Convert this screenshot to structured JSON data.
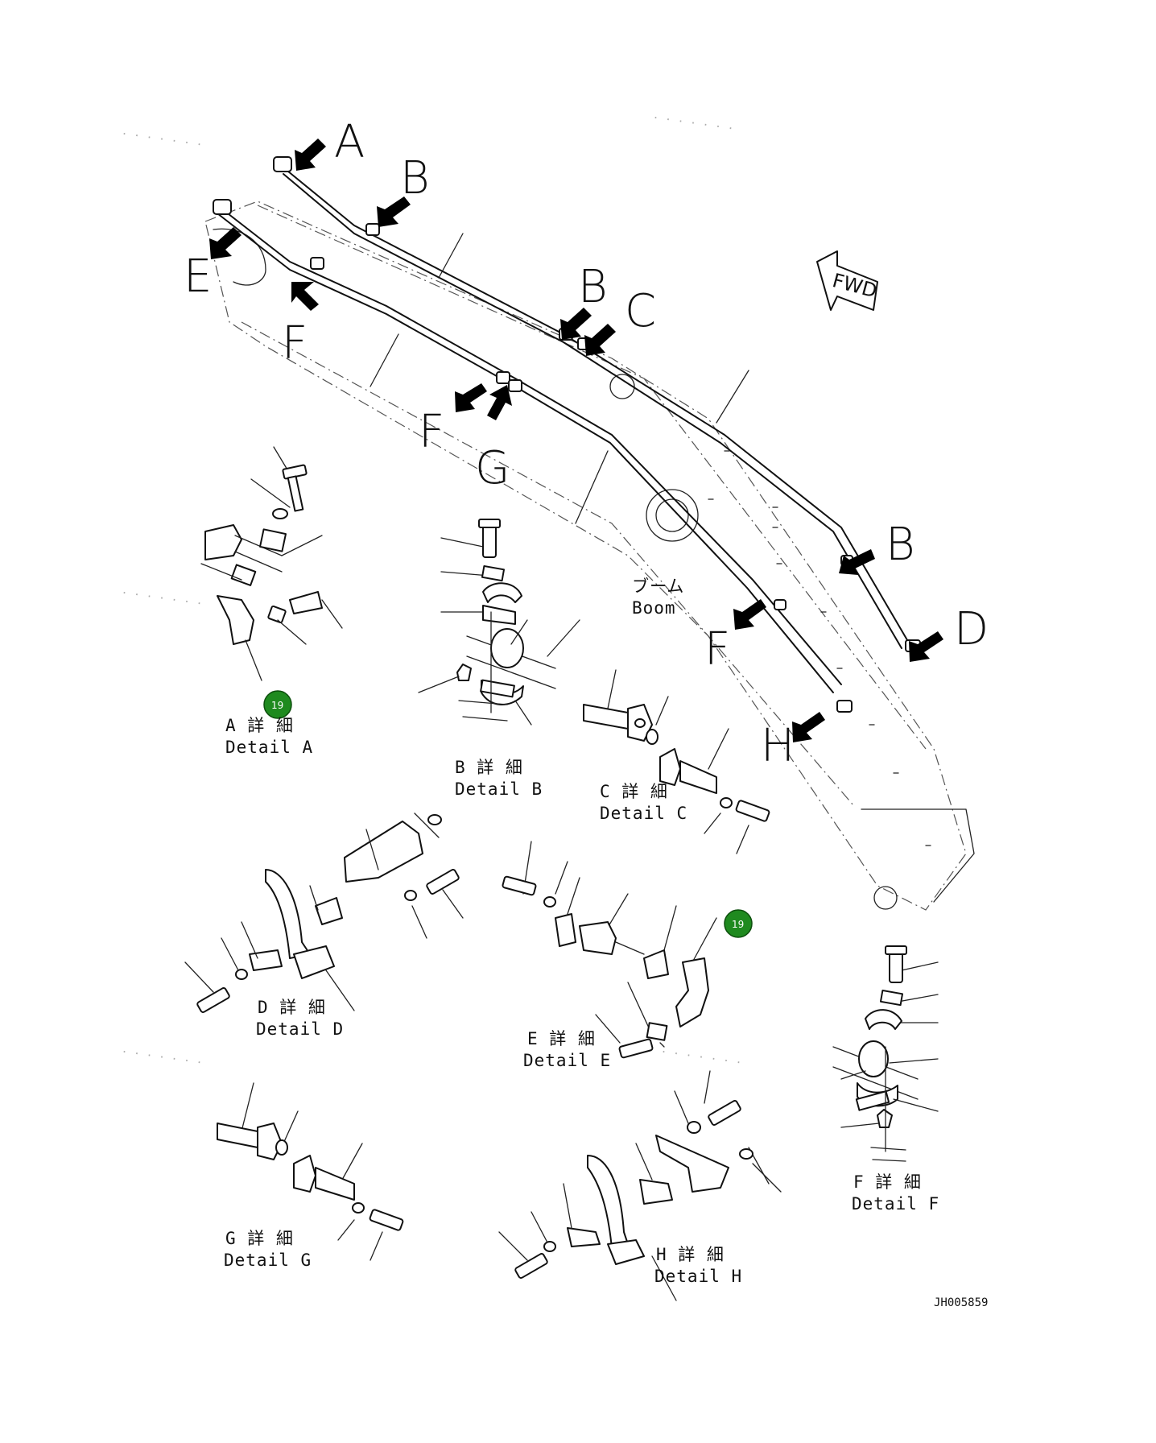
{
  "view_labels": {
    "A": "A",
    "B": "B",
    "C": "C",
    "D": "D",
    "E": "E",
    "F": "F",
    "G": "G",
    "H": "H"
  },
  "boom_label": {
    "jp": "ブーム",
    "en": "Boom"
  },
  "fwd_label": "FWD",
  "details": {
    "A": {
      "jp": "A 詳 細",
      "en": "Detail A"
    },
    "B": {
      "jp": "B 詳 細",
      "en": "Detail B"
    },
    "C": {
      "jp": "C 詳 細",
      "en": "Detail C"
    },
    "D": {
      "jp": "D 詳 細",
      "en": "Detail D"
    },
    "E": {
      "jp": "E 詳 細",
      "en": "Detail E"
    },
    "F": {
      "jp": "F 詳 細",
      "en": "Detail F"
    },
    "G": {
      "jp": "G 詳 細",
      "en": "Detail G"
    },
    "H": {
      "jp": "H 詳 細",
      "en": "Detail H"
    }
  },
  "part_markers": [
    "19",
    "19"
  ],
  "drawing_number": "JH005859",
  "colors": {
    "marker": "#1f8a1f",
    "line": "#111111",
    "background": "#ffffff"
  }
}
